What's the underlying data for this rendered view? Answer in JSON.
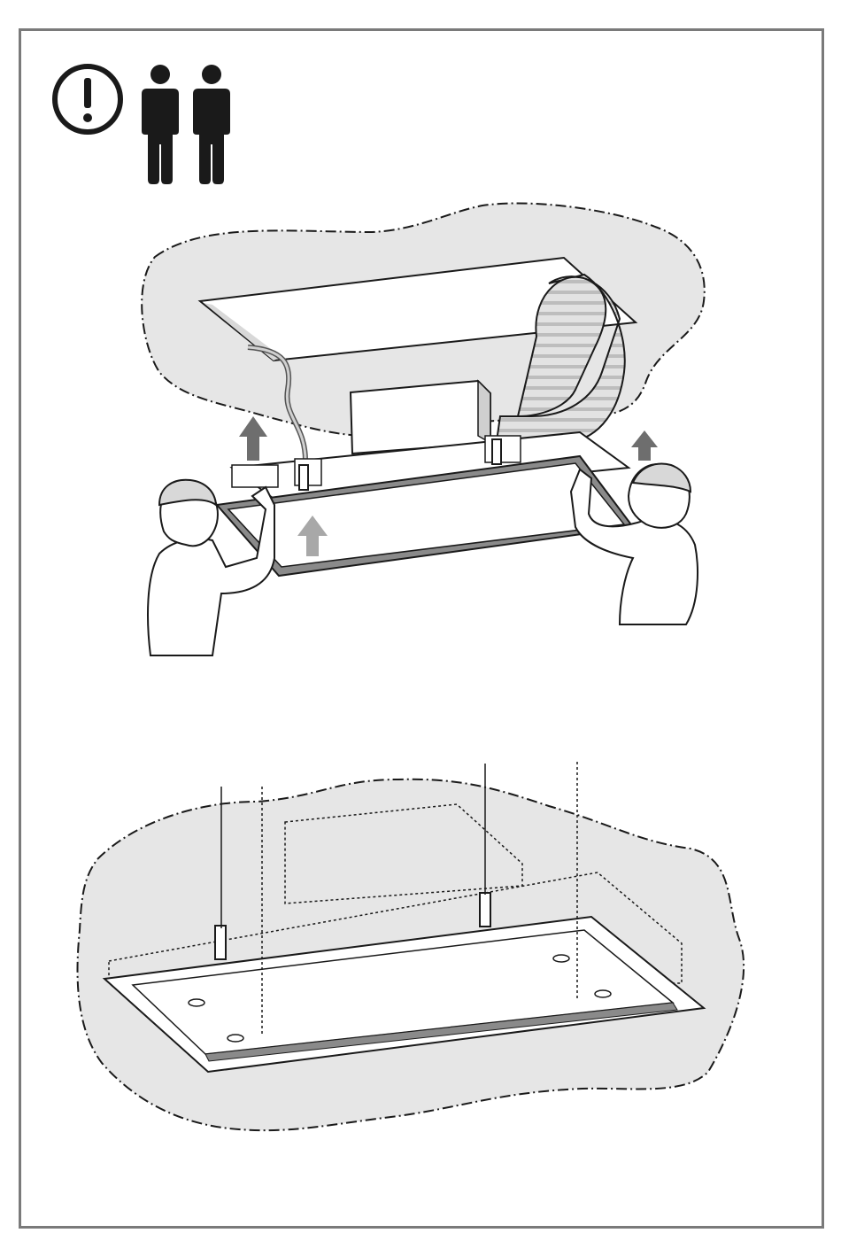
{
  "page": {
    "type": "installation-manual-illustration"
  },
  "warning": {
    "icon": "exclamation-circle-icon",
    "persons_icon": "two-persons-icon",
    "persons_count": 2
  },
  "steps": [
    {
      "name": "lift-hood-into-ceiling",
      "description_icons": [
        "up-arrow-icon",
        "up-arrow-icon",
        "up-arrow-icon"
      ]
    },
    {
      "name": "hood-fixed-in-ceiling"
    }
  ],
  "colors": {
    "frame": "#7a7a7a",
    "ceiling_fill": "#e6e6e6",
    "ink": "#1a1a1a",
    "arrow_dark": "#6e6e6e",
    "arrow_light": "#a8a8a8",
    "hood_trim": "#8a8a8a"
  }
}
